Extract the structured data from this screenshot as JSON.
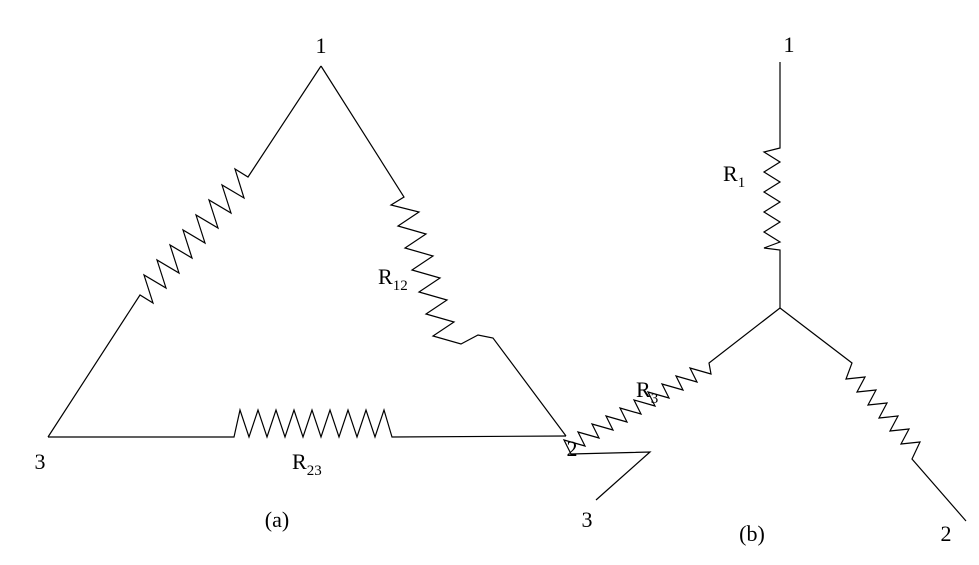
{
  "diagram": {
    "delta": {
      "caption": "(a)",
      "nodes": {
        "n1": "1",
        "n2": "2",
        "n3": "3"
      },
      "resistors": {
        "r12": {
          "letter": "R",
          "subscript": "12"
        },
        "r23": {
          "letter": "R",
          "subscript": "23"
        }
      }
    },
    "wye": {
      "caption": "(b)",
      "nodes": {
        "n1": "1",
        "n2": "2",
        "n3": "3"
      },
      "resistors": {
        "r1": {
          "letter": "R",
          "subscript": "1"
        },
        "r3": {
          "letter": "R",
          "subscript": "3"
        }
      }
    }
  },
  "colors": {
    "line": "#000000",
    "background": "#ffffff"
  }
}
